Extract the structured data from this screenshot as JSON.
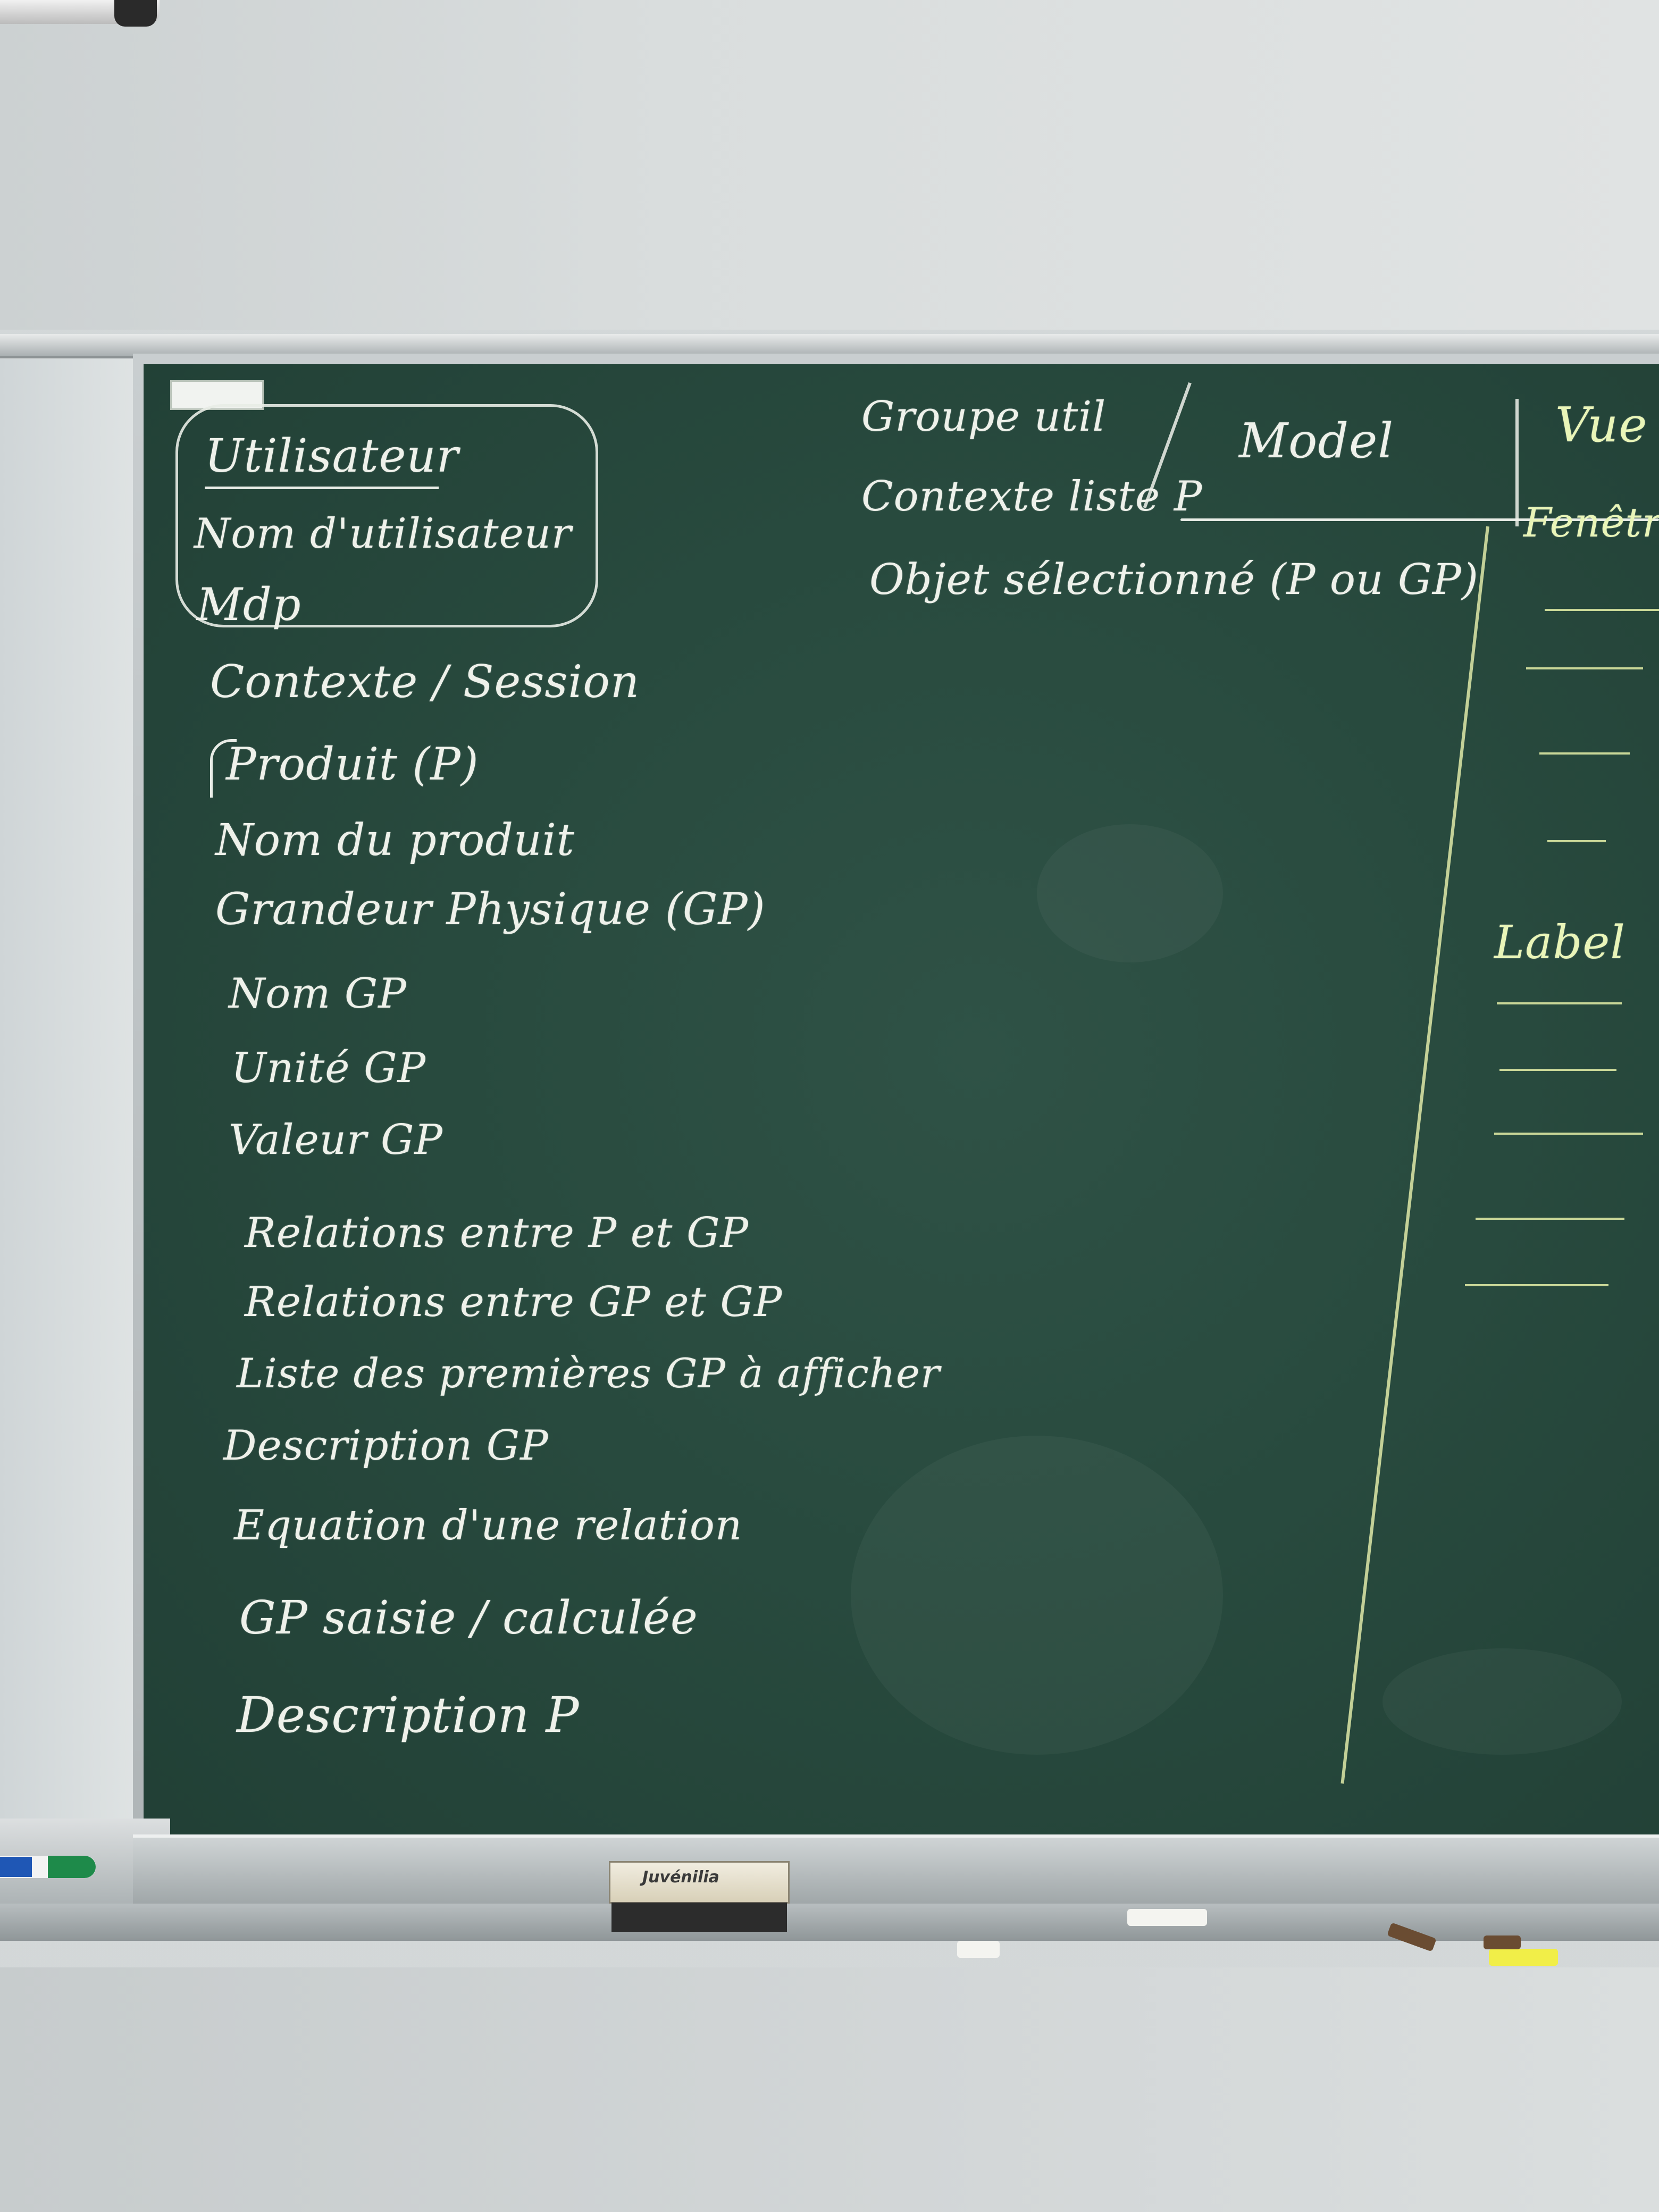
{
  "board": {
    "left_column": {
      "utilisateur": "Utilisateur",
      "nom_utilisateur": "Nom d'utilisateur",
      "mdp": "Mdp",
      "contexte_session": "Contexte / Session",
      "produit": "Produit (P)",
      "nom_produit": "Nom du produit",
      "grandeur_physique": "Grandeur Physique (GP)",
      "nom_gp": "Nom GP",
      "unite_gp": "Unité GP",
      "valeur_gp": "Valeur GP",
      "relations_p_gp": "Relations entre P et GP",
      "relations_gp_gp": "Relations entre GP et GP",
      "liste_premieres_gp": "Liste des premières GP à afficher",
      "description_gp": "Description GP",
      "equation_relation": "Equation d'une relation",
      "gp_saisie_calculee": "GP saisie / calculée",
      "description_p": "Description P"
    },
    "middle_column": {
      "groupe_util": "Groupe util",
      "contexte_liste_p": "Contexte liste P",
      "objet_selectionne": "Objet sélectionné (P ou GP)"
    },
    "right_column": {
      "model": "Model",
      "vue": "Vue",
      "fenetre": "Fenêtre",
      "label": "Label"
    }
  },
  "eraser": {
    "brand": "Juvénilia"
  },
  "colors": {
    "board": "#284a3e",
    "chalk_white": "#eef1ea",
    "chalk_yellow": "#e9f5b8",
    "wall": "#d4d8d9"
  }
}
